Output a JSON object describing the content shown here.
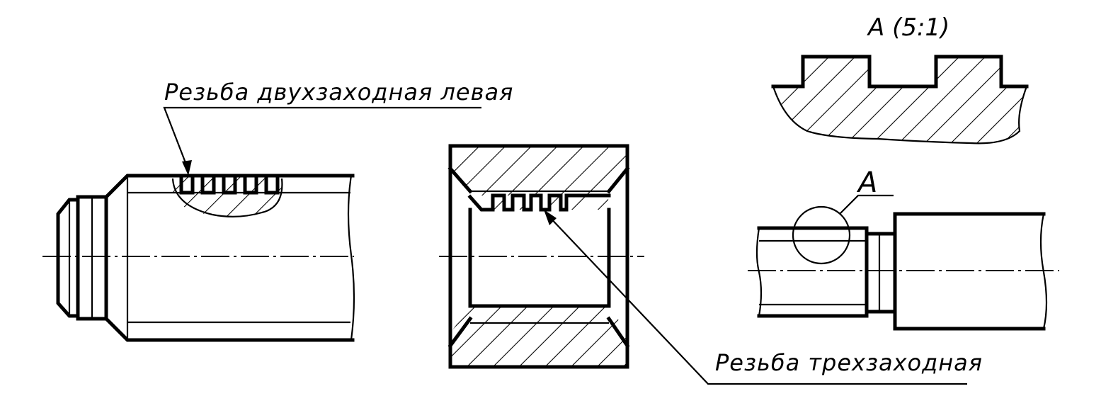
{
  "labels": {
    "left_note": "Резьба двухзаходная левая",
    "middle_note": "Резьба трехзаходная",
    "detail_title": "A (5:1)",
    "detail_marker": "A"
  },
  "colors": {
    "line": "#000000",
    "background": "#ffffff"
  }
}
